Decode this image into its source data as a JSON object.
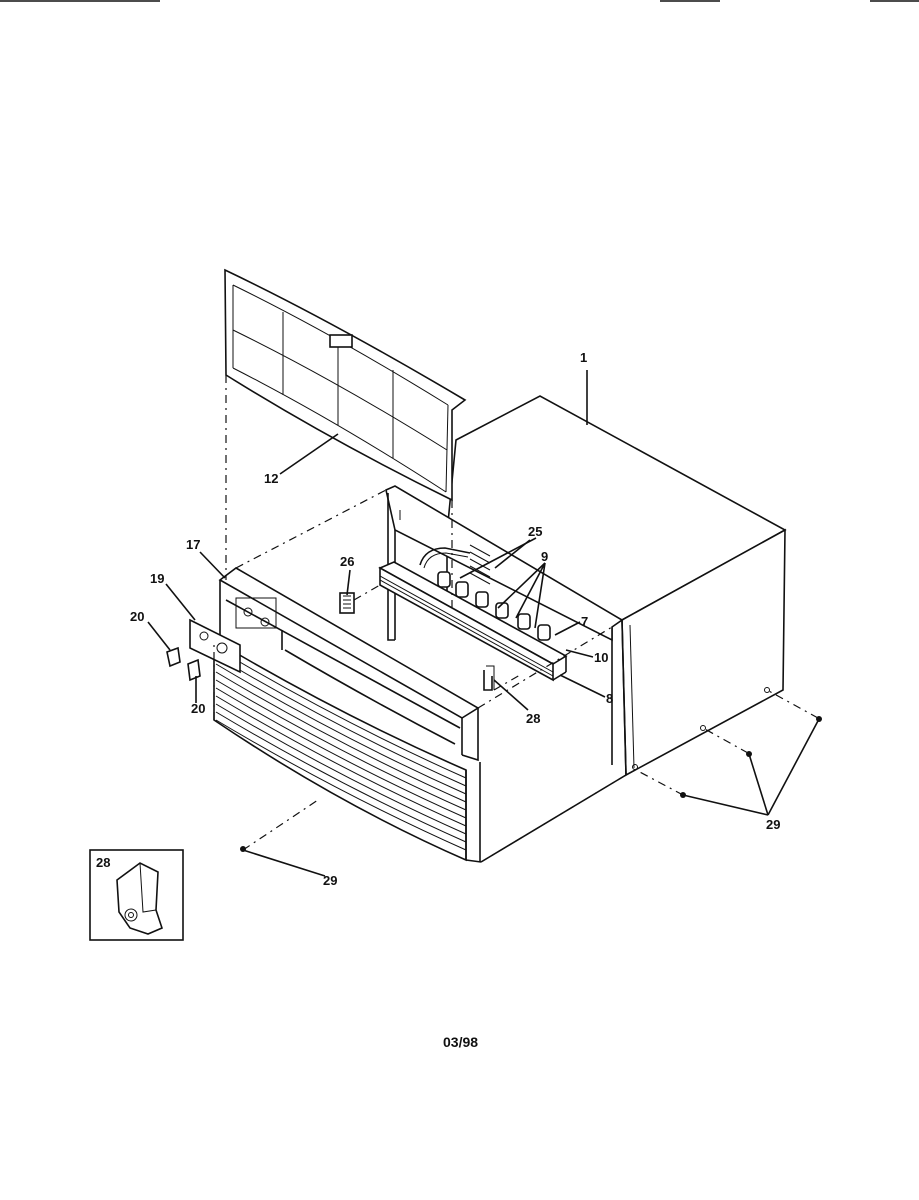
{
  "diagram": {
    "callouts": {
      "c1": "1",
      "c12": "12",
      "c17": "17",
      "c19": "19",
      "c20a": "20",
      "c20b": "20",
      "c25": "25",
      "c26": "26",
      "c9": "9",
      "c7": "7",
      "c10": "10",
      "c8": "8",
      "c28": "28",
      "c29a": "29",
      "c29b": "29",
      "inset": "28"
    },
    "footer_date": "03/98"
  }
}
